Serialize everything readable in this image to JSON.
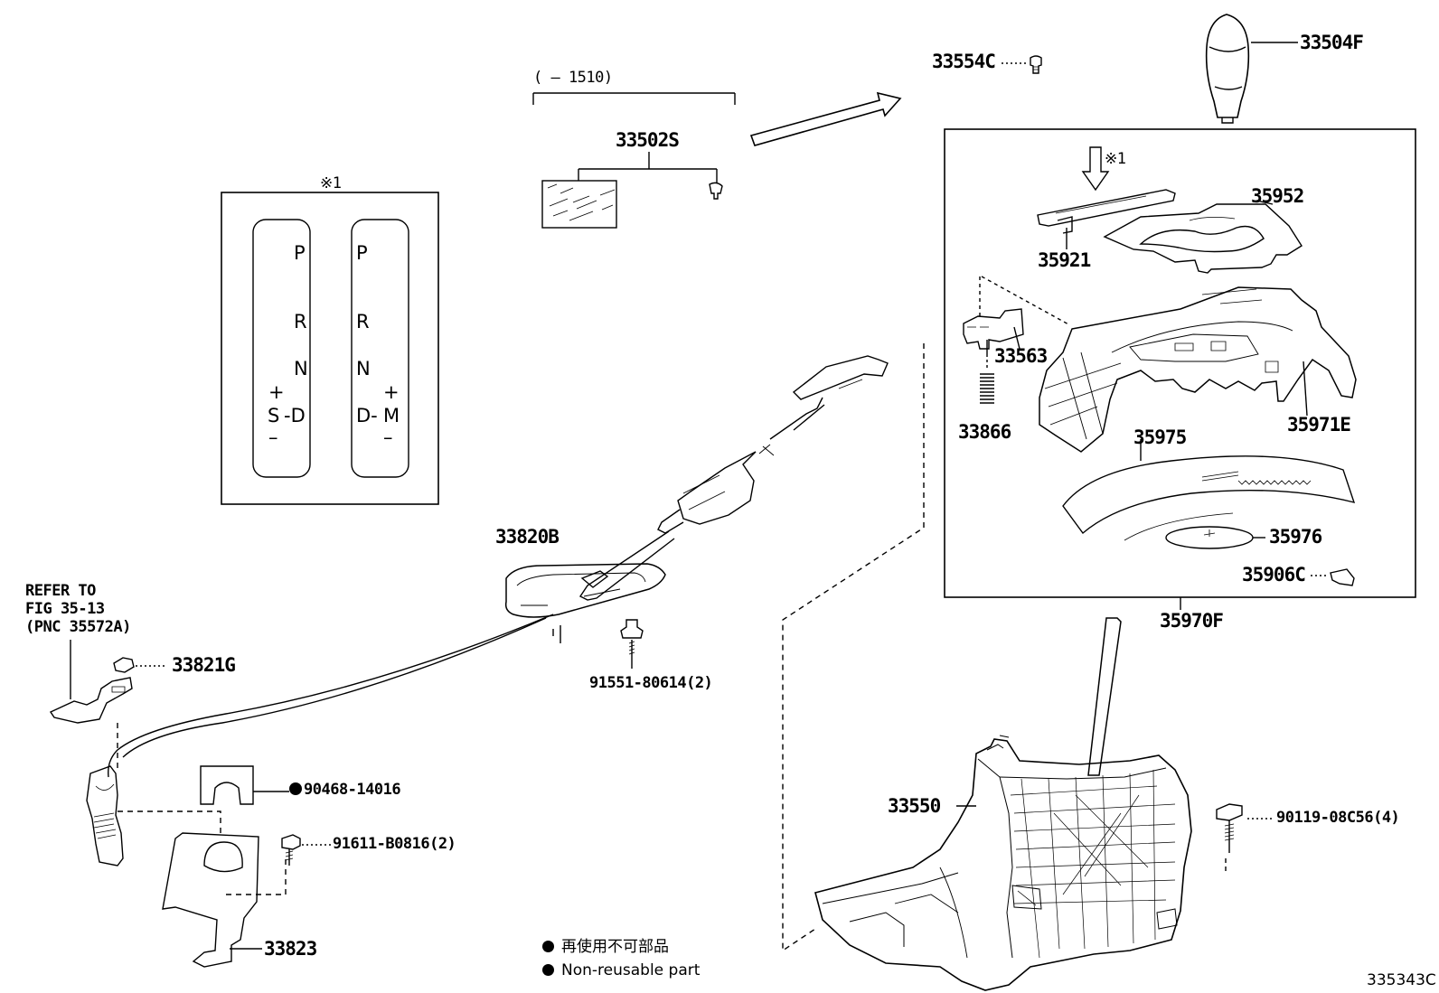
{
  "diagram": {
    "figure_code": "335343C",
    "date_range": "(        – 1510)",
    "gate_marker": "※1",
    "gate_left": {
      "p": "P",
      "r": "R",
      "n": "N",
      "plus": "+",
      "s": "S",
      "dash_d": "-D",
      "minus": "–"
    },
    "gate_right": {
      "p": "P",
      "r": "R",
      "n": "N",
      "plus": "+",
      "d_dash": "D-",
      "m": "M",
      "minus": "–"
    },
    "refer_note": [
      "REFER TO",
      "FIG 35-13",
      "(PNC 35572A)"
    ],
    "parts": {
      "p33554C": "33554C",
      "p33504F": "33504F",
      "p33502S": "33502S",
      "p35952": "35952",
      "p35921": "35921",
      "p33563": "33563",
      "p33866": "33866",
      "p35971E": "35971E",
      "p35975": "35975",
      "p35976": "35976",
      "p35906C": "35906C",
      "p35970F": "35970F",
      "p33820B": "33820B",
      "p91551": "91551-80614(2)",
      "p33821G": "33821G",
      "p90468": "90468-14016",
      "p91611": "91611-B0816(2)",
      "p33823": "33823",
      "p33550": "33550",
      "p90119": "90119-08C56(4)"
    },
    "legend": {
      "jp": "再使用不可部品",
      "en": "Non-reusable part"
    }
  }
}
